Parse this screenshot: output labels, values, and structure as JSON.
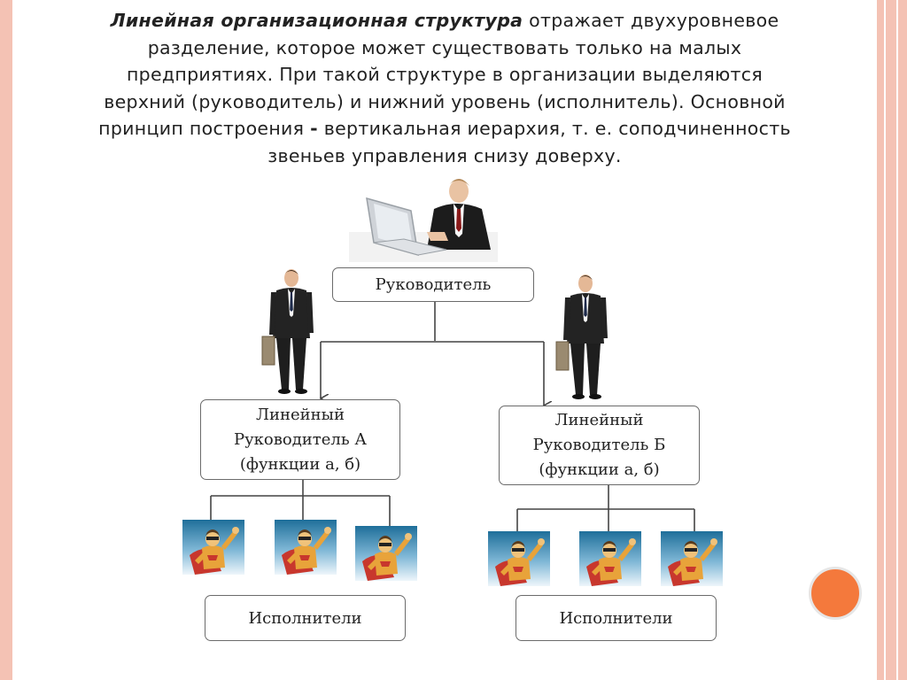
{
  "intro": {
    "term": "Линейная организационная структура",
    "line1_rest": " отражает двухуровневое",
    "line2": "разделение, которое может существовать только на малых",
    "line3": "предприятиях. При такой структуре в организации выделяются",
    "line4": "верхний (руководитель) и нижний уровень (исполнитель). Основной",
    "line5_start": "принцип построения ",
    "dash": "-",
    "line5_rest": " вертикальная иерархия, т. е. соподчиненность",
    "line6": "звеньев управления снизу доверху."
  },
  "diagram": {
    "top_box": "Руководитель",
    "manager_a": [
      "Линейный",
      "Руководитель А",
      "(функции а, б)"
    ],
    "manager_b": [
      "Линейный",
      "Руководитель Б",
      "(функции а, б)"
    ],
    "executors_a": "Исполнители",
    "executors_b": "Исполнители"
  },
  "colors": {
    "border": "#f4c2b4",
    "accent_circle": "#f4793c"
  },
  "icons": [
    "businessman-at-laptop-photo",
    "businessman-standing-photo",
    "superhero-worker-clipart"
  ]
}
